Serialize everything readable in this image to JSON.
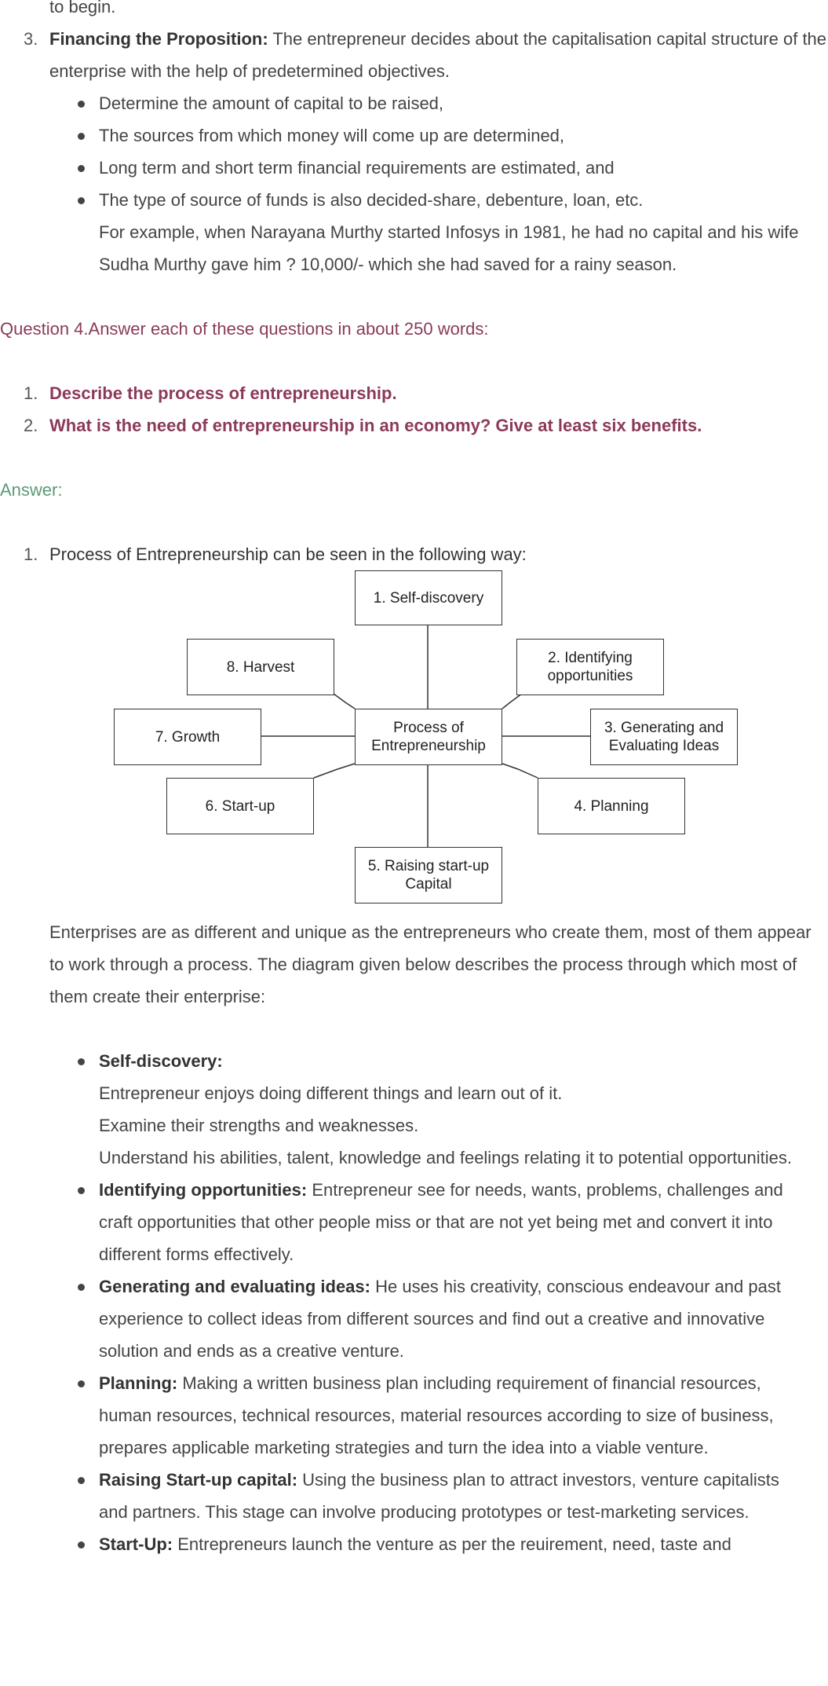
{
  "intro_tail": "to begin.",
  "financing": {
    "number": "3.",
    "title": "Financing the Proposition:",
    "text": " The entrepreneur decides about the capitalisation capital structure of the enterprise with the help of predetermined objectives.",
    "bullets": [
      "Determine the amount of capital to be raised,",
      "The sources from which money will come up are determined,",
      "Long term and short term financial requirements are estimated, and",
      "The type of source of funds is also decided-share, debenture, loan, etc."
    ],
    "example": "For example, when Narayana Murthy started Infosys in 1981, he had no capital and his wife Sudha Murthy gave him ? 10,000/- which she had saved for a rainy season."
  },
  "question": {
    "heading": "Question 4.Answer each of these questions in about 250 words:",
    "items": [
      {
        "num": "1.",
        "text": "Describe the process of entrepreneurship."
      },
      {
        "num": "2.",
        "text": "What is the need of entrepreneurship in an economy? Give at least six benefits."
      }
    ]
  },
  "answer": {
    "label": "Answer:",
    "point1": {
      "num": "1.",
      "text": "Process of Entrepreneurship can be seen in the following way:"
    },
    "diagram": {
      "center": [
        "Process of",
        "Entrepreneurship"
      ],
      "boxes": [
        [
          "1. Self-discovery"
        ],
        [
          "2. Identifying",
          "opportunities"
        ],
        [
          "3. Generating and",
          "Evaluating Ideas"
        ],
        [
          "4. Planning"
        ],
        [
          "5. Raising start-up",
          "Capital"
        ],
        [
          "6. Start-up"
        ],
        [
          "7. Growth"
        ],
        [
          "8. Harvest"
        ]
      ]
    },
    "paragraph": "Enterprises are as different and unique as the entrepreneurs who create them, most of them appear to work through a process. The diagram given below describes the process through which most of them create their enterprise:",
    "steps": [
      {
        "title": "Self-discovery:",
        "text": "",
        "lines": [
          "Entrepreneur enjoys doing different things and learn out of it.",
          "Examine their strengths and weaknesses.",
          "Understand his abilities, talent, knowledge and feelings relating it to potential opportunities."
        ]
      },
      {
        "title": "Identifying opportunities:",
        "text": " Entrepreneur see for needs, wants, problems, challenges and craft opportunities that other people miss or that are not yet being met and convert it into different forms effectively."
      },
      {
        "title": "Generating and evaluating ideas:",
        "text": " He uses his creativity, conscious endeavour and past experience to collect ideas from different sources and find out a creative and innovative solution and ends as a creative venture."
      },
      {
        "title": "Planning:",
        "text": " Making a written business plan including requirement of financial resources, human resources, technical resources, material resources according to size of business, prepares applicable marketing strategies and turn the idea into a viable venture."
      },
      {
        "title": "Raising Start-up capital:",
        "text": " Using the business plan to attract investors, venture capitalists and partners. This stage can involve producing prototypes or test-marketing services."
      },
      {
        "title": "Start-Up:",
        "text": " Entrepreneurs launch the venture as per the reuirement, need, taste and"
      }
    ]
  },
  "colors": {
    "question": "#8b3a5a",
    "answer": "#5a9a76",
    "body_text": "#444444"
  }
}
